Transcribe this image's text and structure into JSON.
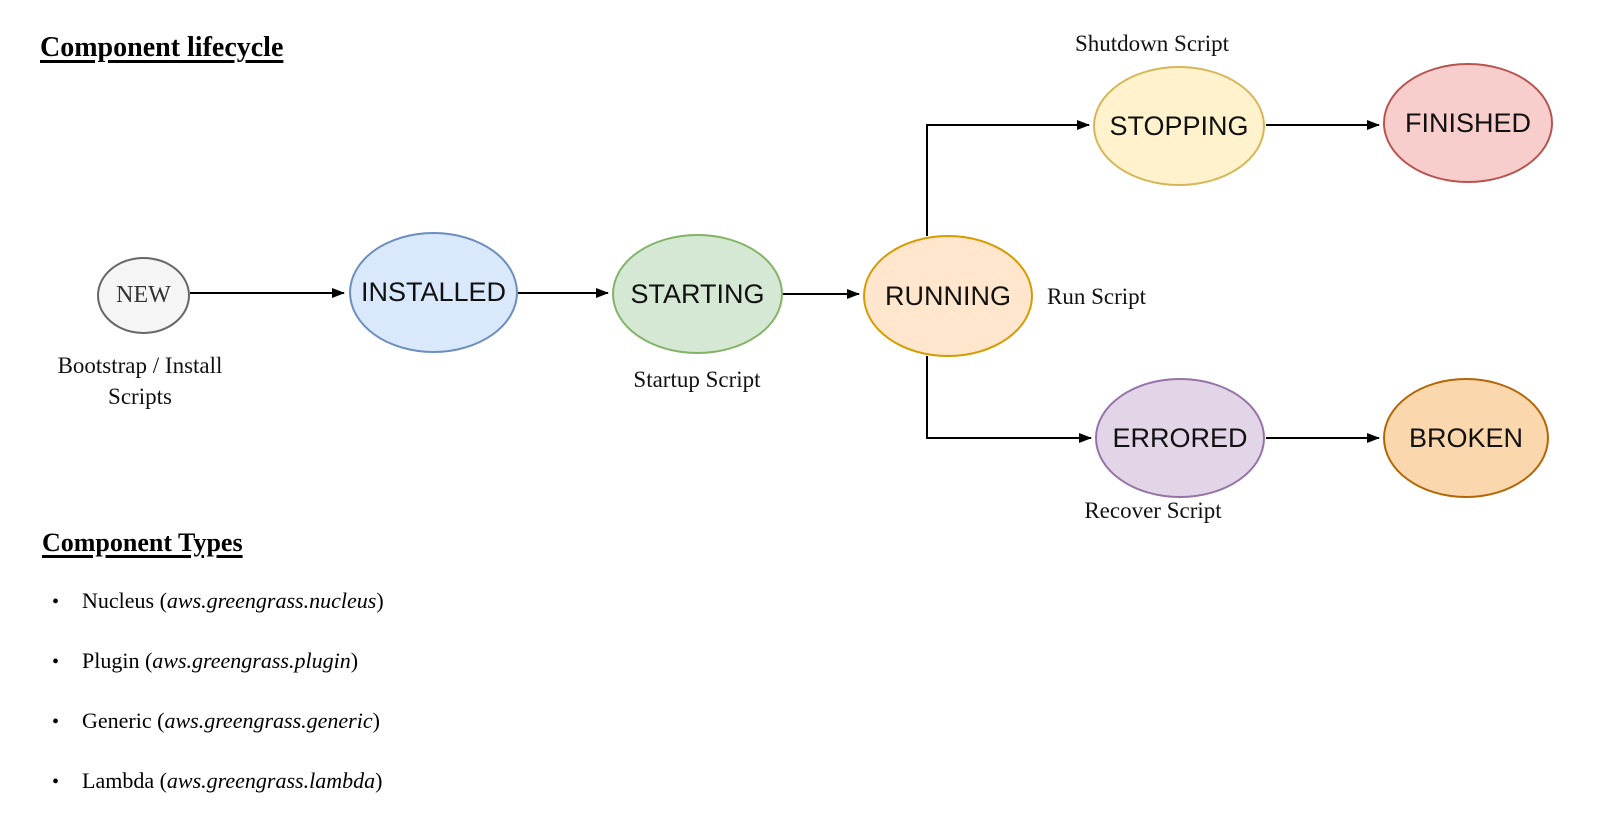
{
  "page": {
    "lifecycle_title": "Component lifecycle",
    "types_title": "Component Types"
  },
  "diagram": {
    "states": [
      {
        "id": "new",
        "label": "NEW",
        "fill": "#f5f5f5",
        "stroke": "#666666"
      },
      {
        "id": "installed",
        "label": "INSTALLED",
        "fill": "#dae8fc",
        "stroke": "#6c8ebf"
      },
      {
        "id": "starting",
        "label": "STARTING",
        "fill": "#d5e8d4",
        "stroke": "#82b366"
      },
      {
        "id": "running",
        "label": "RUNNING",
        "fill": "#ffe6cc",
        "stroke": "#d79b00"
      },
      {
        "id": "stopping",
        "label": "STOPPING",
        "fill": "#fff2cc",
        "stroke": "#d6b656"
      },
      {
        "id": "finished",
        "label": "FINISHED",
        "fill": "#f8cecc",
        "stroke": "#b85450"
      },
      {
        "id": "errored",
        "label": "ERRORED",
        "fill": "#e1d5e7",
        "stroke": "#9673a6"
      },
      {
        "id": "broken",
        "label": "BROKEN",
        "fill": "#fad7ac",
        "stroke": "#b46504"
      }
    ],
    "annotations": {
      "bootstrap_line1": "Bootstrap / Install",
      "bootstrap_line2": "Scripts",
      "startup": "Startup Script",
      "run": "Run Script",
      "shutdown": "Shutdown Script",
      "recover": "Recover Script"
    },
    "edge_color": "#000000"
  },
  "component_types": {
    "bullet": "•",
    "paren_open": "(",
    "paren_close": ")",
    "items": [
      {
        "name": "Nucleus",
        "code": "aws.greengrass.nucleus"
      },
      {
        "name": "Plugin",
        "code": "aws.greengrass.plugin"
      },
      {
        "name": "Generic",
        "code": "aws.greengrass.generic"
      },
      {
        "name": "Lambda",
        "code": "aws.greengrass.lambda"
      }
    ]
  }
}
